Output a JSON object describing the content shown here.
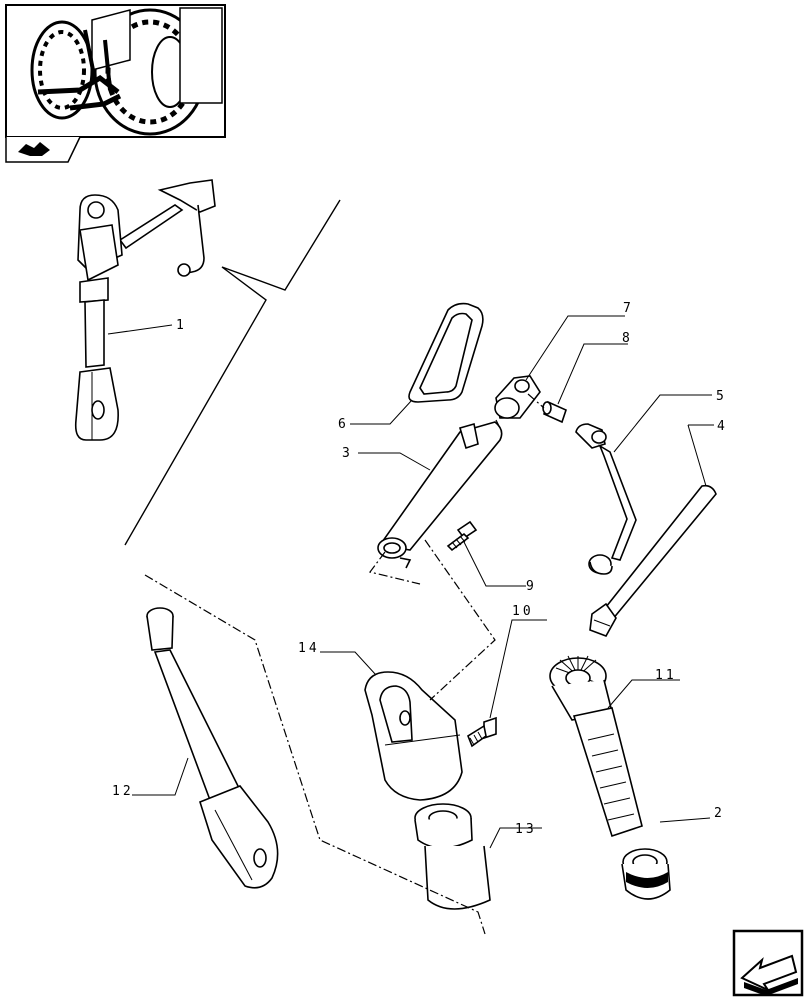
{
  "callouts": [
    {
      "number": "1"
    },
    {
      "number": "2"
    },
    {
      "number": "3"
    },
    {
      "number": "4"
    },
    {
      "number": "5"
    },
    {
      "number": "6"
    },
    {
      "number": "7"
    },
    {
      "number": "8"
    },
    {
      "number": "9"
    },
    {
      "number": "10"
    },
    {
      "number": "11"
    },
    {
      "number": "12"
    },
    {
      "number": "13"
    },
    {
      "number": "14"
    }
  ],
  "thumbnail": {
    "icon": "tractor-rear-location-thumbnail"
  },
  "orientation_icon": "view-direction-icon",
  "nav_button": {
    "icon": "previous-page-arrow-icon"
  }
}
